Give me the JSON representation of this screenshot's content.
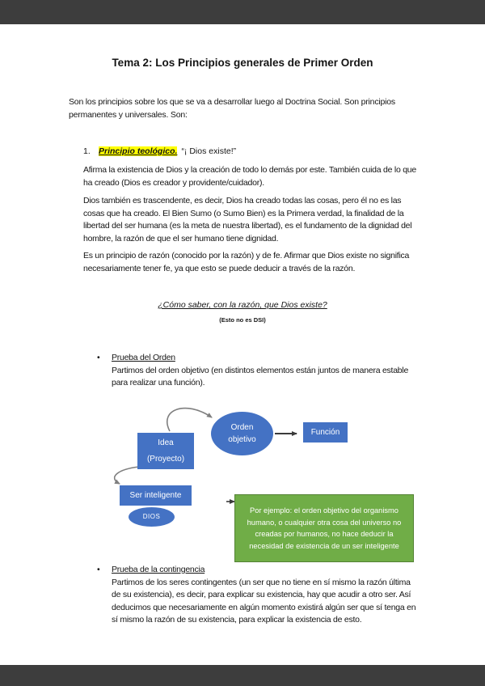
{
  "document": {
    "title": "Tema 2: Los Principios generales de Primer Orden",
    "intro": "Son los principios sobre los que se va a desarrollar luego al Doctrina Social. Son principios permanentes y universales. Son:",
    "bullet_glyph": "•",
    "list_item": {
      "number": "1.",
      "term": "Principio teológico.",
      "quote": "“¡ Dios existe!”"
    },
    "paragraphs": {
      "p1": "Afirma la existencia de Dios y la creación de todo lo demás por este. También cuida de lo que ha creado (Dios es creador y providente/cuidador).",
      "p2": "Dios también es trascendente, es decir, Dios ha creado todas las cosas, pero él no es las cosas que ha creado. El Bien Sumo (o Sumo Bien) es la Primera verdad, la finalidad de la libertad del ser humana (es la meta de nuestra libertad), es el fundamento de la dignidad del hombre, la razón de que el ser humano tiene dignidad.",
      "p3": "Es un principio de razón (conocido por la razón) y de fe. Afirmar que Dios existe no significa necesariamente tener fe, ya que esto se puede deducir a través de la razón."
    },
    "question_heading": "¿Cómo saber, con la razón, que Dios existe?",
    "question_note": "(Esto no es DSI)",
    "bullets": [
      {
        "heading": "Prueba del Orden",
        "body": "Partimos del orden objetivo (en distintos elementos están juntos de manera estable para realizar una función)."
      },
      {
        "heading": "Prueba de la contingencia",
        "body": "Partimos de los seres contingentes (un ser que no tiene en sí mismo la razón última de su existencia), es decir, para explicar su existencia, hay que acudir a otro ser. Así deducimos que necesariamente en algún momento existirá algún ser que sí tenga en sí mismo la razón de su existencia, para explicar la existencia de esto."
      }
    ],
    "diagram": {
      "idea_line1": "Idea",
      "idea_line2": "(Proyecto)",
      "orden_line1": "Orden",
      "orden_line2": "objetivo",
      "funcion": "Función",
      "ser": "Ser inteligente",
      "dios": "DIOS",
      "example": "Por ejemplo: el orden objetivo del organismo humano, o cualquier otra cosa del universo no creadas por humanos, no hace deducir la necesidad de existencia de un ser inteligente"
    },
    "colors": {
      "shape_blue": "#4472C4",
      "example_green": "#70AD47",
      "example_border": "#548235",
      "highlight_yellow": "#FFFF00",
      "page_background": "#FFFFFF",
      "viewer_background": "#3D3D3D"
    }
  }
}
